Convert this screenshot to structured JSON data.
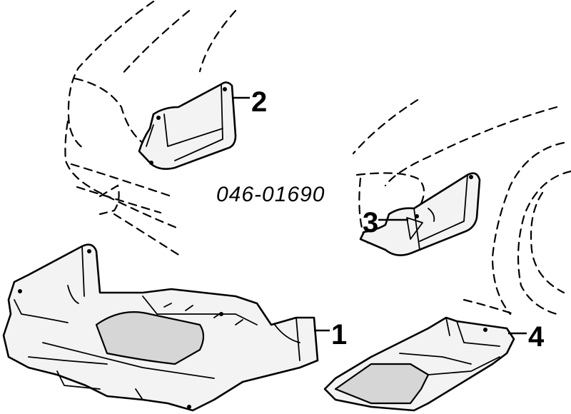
{
  "diagram": {
    "reference_code": "046-01690",
    "callouts": [
      {
        "id": "1",
        "label": "1"
      },
      {
        "id": "2",
        "label": "2"
      },
      {
        "id": "3",
        "label": "3"
      },
      {
        "id": "4",
        "label": "4"
      }
    ]
  }
}
